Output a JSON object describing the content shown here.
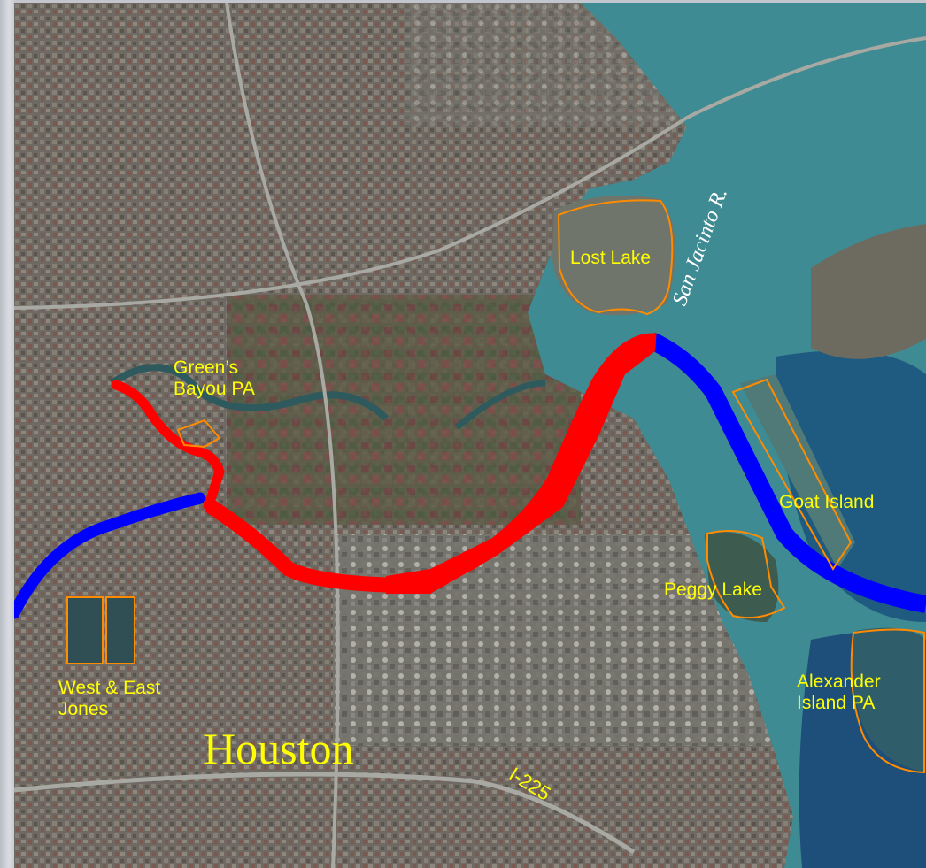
{
  "map": {
    "city_label": "Houston",
    "river_label": "San Jacinto R.",
    "highway_label": "I-225",
    "areas": [
      {
        "id": "greens-bayou",
        "line1": "Green’s",
        "line2": "Bayou PA"
      },
      {
        "id": "lost-lake",
        "line1": "Lost Lake"
      },
      {
        "id": "goat-island",
        "line1": "Goat Island"
      },
      {
        "id": "peggy-lake",
        "line1": "Peggy Lake"
      },
      {
        "id": "alexander-island",
        "line1": "Alexander",
        "line2": "Island PA"
      },
      {
        "id": "west-east-jones",
        "line1": "West & East",
        "line2": "Jones"
      }
    ],
    "colors": {
      "channel_upper": "#0000ff",
      "channel_lower": "#ff0000",
      "area_outline": "#ff8c00",
      "label_text": "#ffff00",
      "river_label": "#ffffff"
    }
  }
}
